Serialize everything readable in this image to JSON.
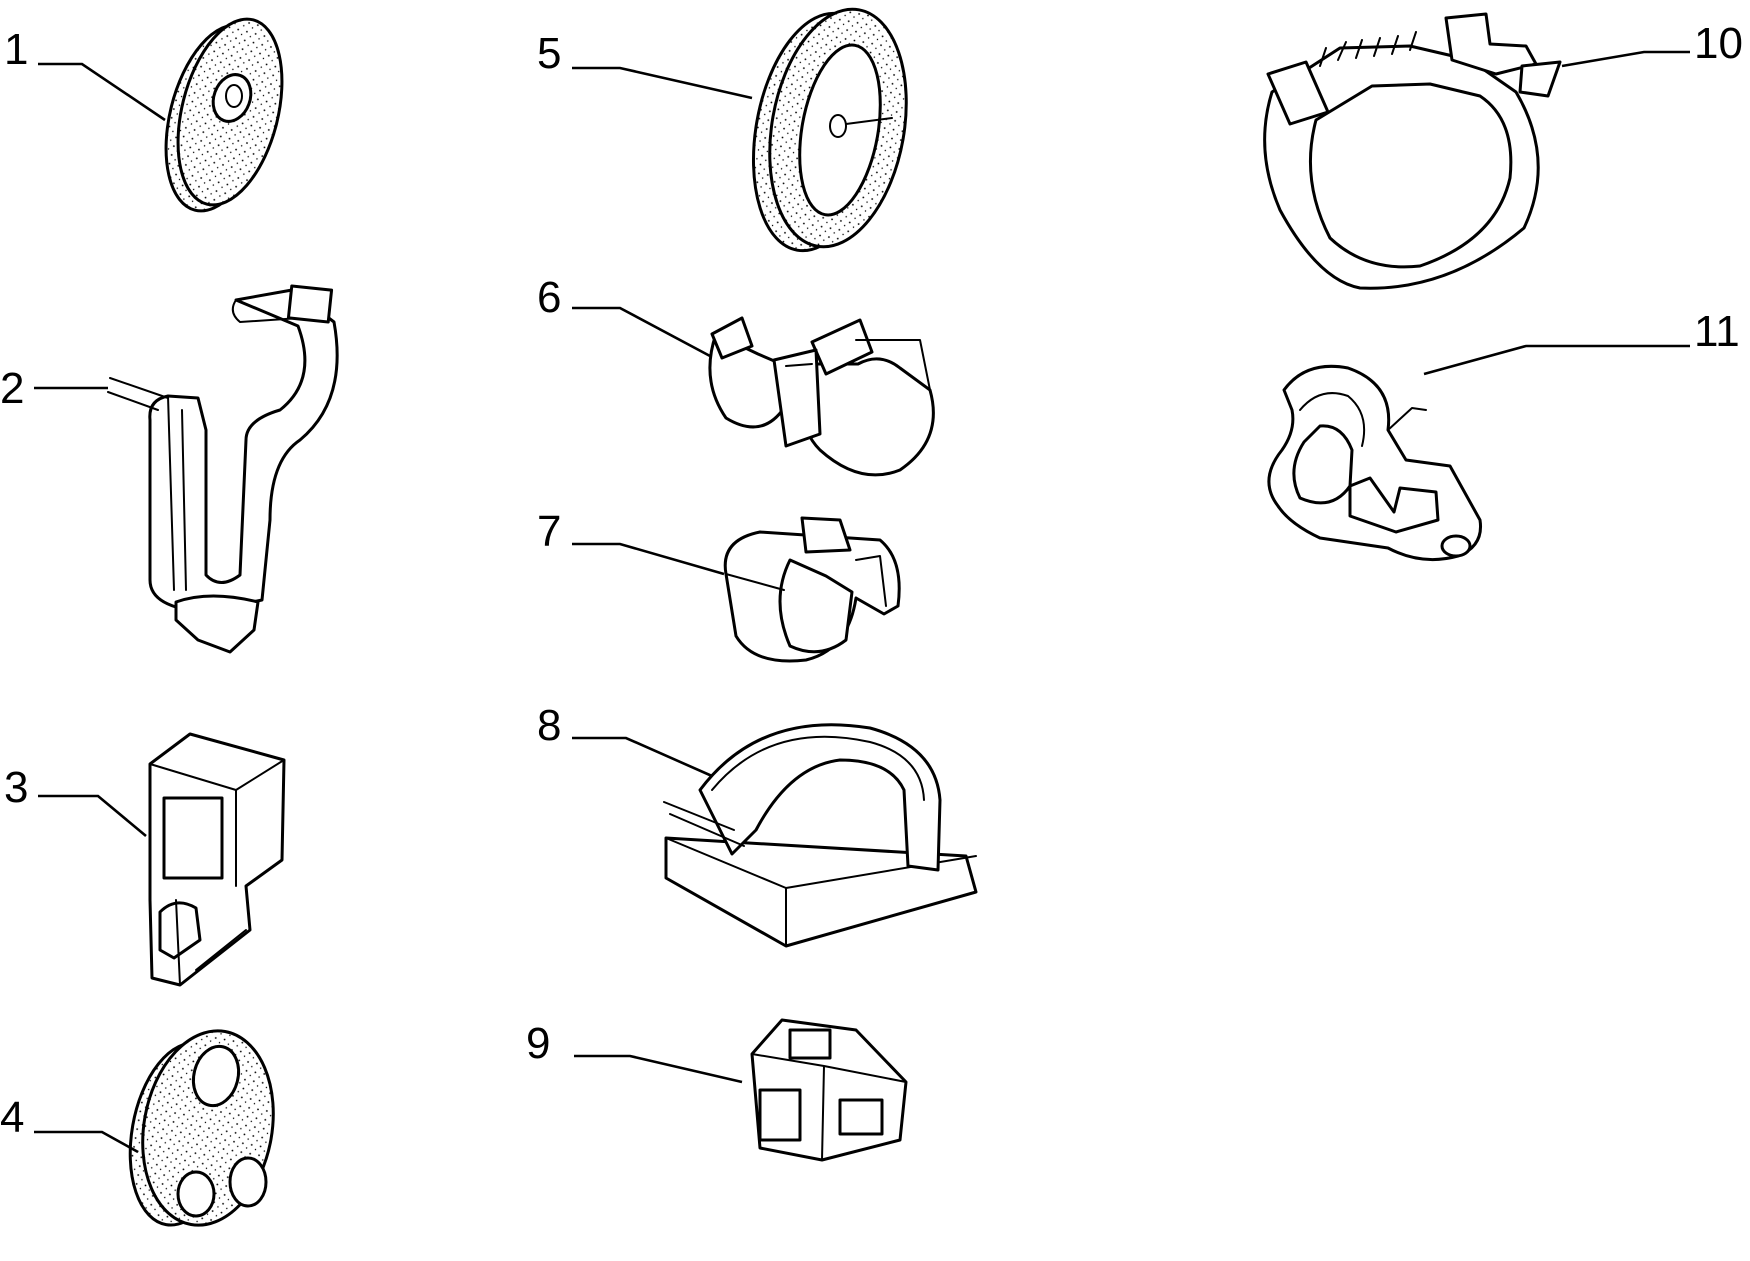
{
  "diagram": {
    "callouts": [
      "1",
      "2",
      "3",
      "4",
      "5",
      "6",
      "7",
      "8",
      "9",
      "10",
      "11"
    ],
    "parts": [
      {
        "number": "1",
        "icon": "oval-grommet-single-hole"
      },
      {
        "number": "2",
        "icon": "push-in-cable-clip"
      },
      {
        "number": "3",
        "icon": "square-edge-clip"
      },
      {
        "number": "4",
        "icon": "grommet-three-holes"
      },
      {
        "number": "5",
        "icon": "oval-grommet-large"
      },
      {
        "number": "6",
        "icon": "double-pipe-clip"
      },
      {
        "number": "7",
        "icon": "single-pipe-clip"
      },
      {
        "number": "8",
        "icon": "adhesive-cable-mount"
      },
      {
        "number": "9",
        "icon": "snap-clip"
      },
      {
        "number": "10",
        "icon": "cable-tie-strap"
      },
      {
        "number": "11",
        "icon": "p-clamp-with-eyelet"
      }
    ]
  }
}
